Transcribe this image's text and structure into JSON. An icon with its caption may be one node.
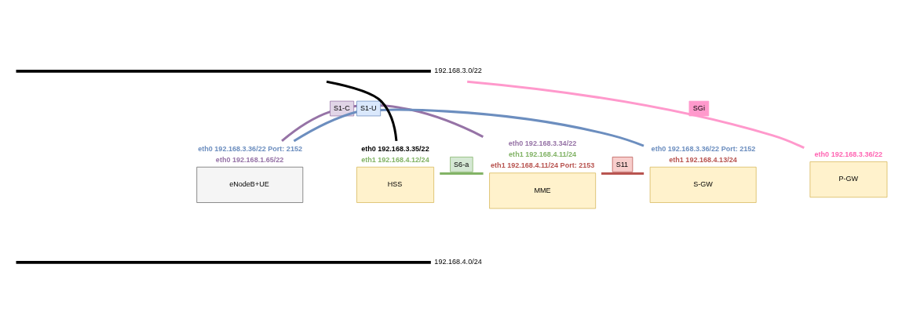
{
  "diagram": {
    "nodes": [
      {
        "text": [],
        "shape": "bar",
        "beside": [
          "192.168.3.0/22"
        ]
      },
      {
        "text": [
          "eNodeB+UE"
        ],
        "beside": [
          "eth0 192.168.3.36/22 Port: 2152",
          "eth0 192.168.1.65/22"
        ]
      },
      {
        "text": [
          "HSS"
        ],
        "beside": [
          "eth0 192.168.3.35/22",
          "eth1 192.168.4.12/24"
        ]
      },
      {
        "text": [
          "MME"
        ],
        "beside": [
          "eth0 192.168.3.34/22",
          "eth1 192.168.4.11/24",
          "eth1 192.168.4.11/24 Port: 2153"
        ]
      },
      {
        "text": [
          "S-GW"
        ],
        "beside": [
          "eth0 192.168.3.36/22 Port: 2152",
          "eth1 192.168.4.13/24"
        ]
      },
      {
        "text": [
          "P-GW"
        ],
        "beside": [
          "eth0 192.168.3.36/22"
        ]
      },
      {
        "text": [],
        "shape": "bar",
        "beside": [
          "192.168.4.0/24"
        ]
      }
    ],
    "edges": [
      {
        "from": 1,
        "to": 4,
        "arrow": "none",
        "label": "S1-U",
        "color": "#6c8ebf"
      },
      {
        "from": 1,
        "to": 3,
        "arrow": "none",
        "label": "S1-C",
        "color": "#9673a6"
      },
      {
        "from": 2,
        "to": 3,
        "arrow": "none",
        "label": "S6-a",
        "color": "#82b366"
      },
      {
        "from": 3,
        "to": 4,
        "arrow": "none",
        "label": "S11",
        "color": "#b85450"
      },
      {
        "from": 2,
        "to": 0,
        "arrow": "none",
        "color": "#000000"
      },
      {
        "from": 5,
        "to": 0,
        "arrow": "none",
        "label": "SGi",
        "color": "#ff99cc"
      }
    ]
  }
}
